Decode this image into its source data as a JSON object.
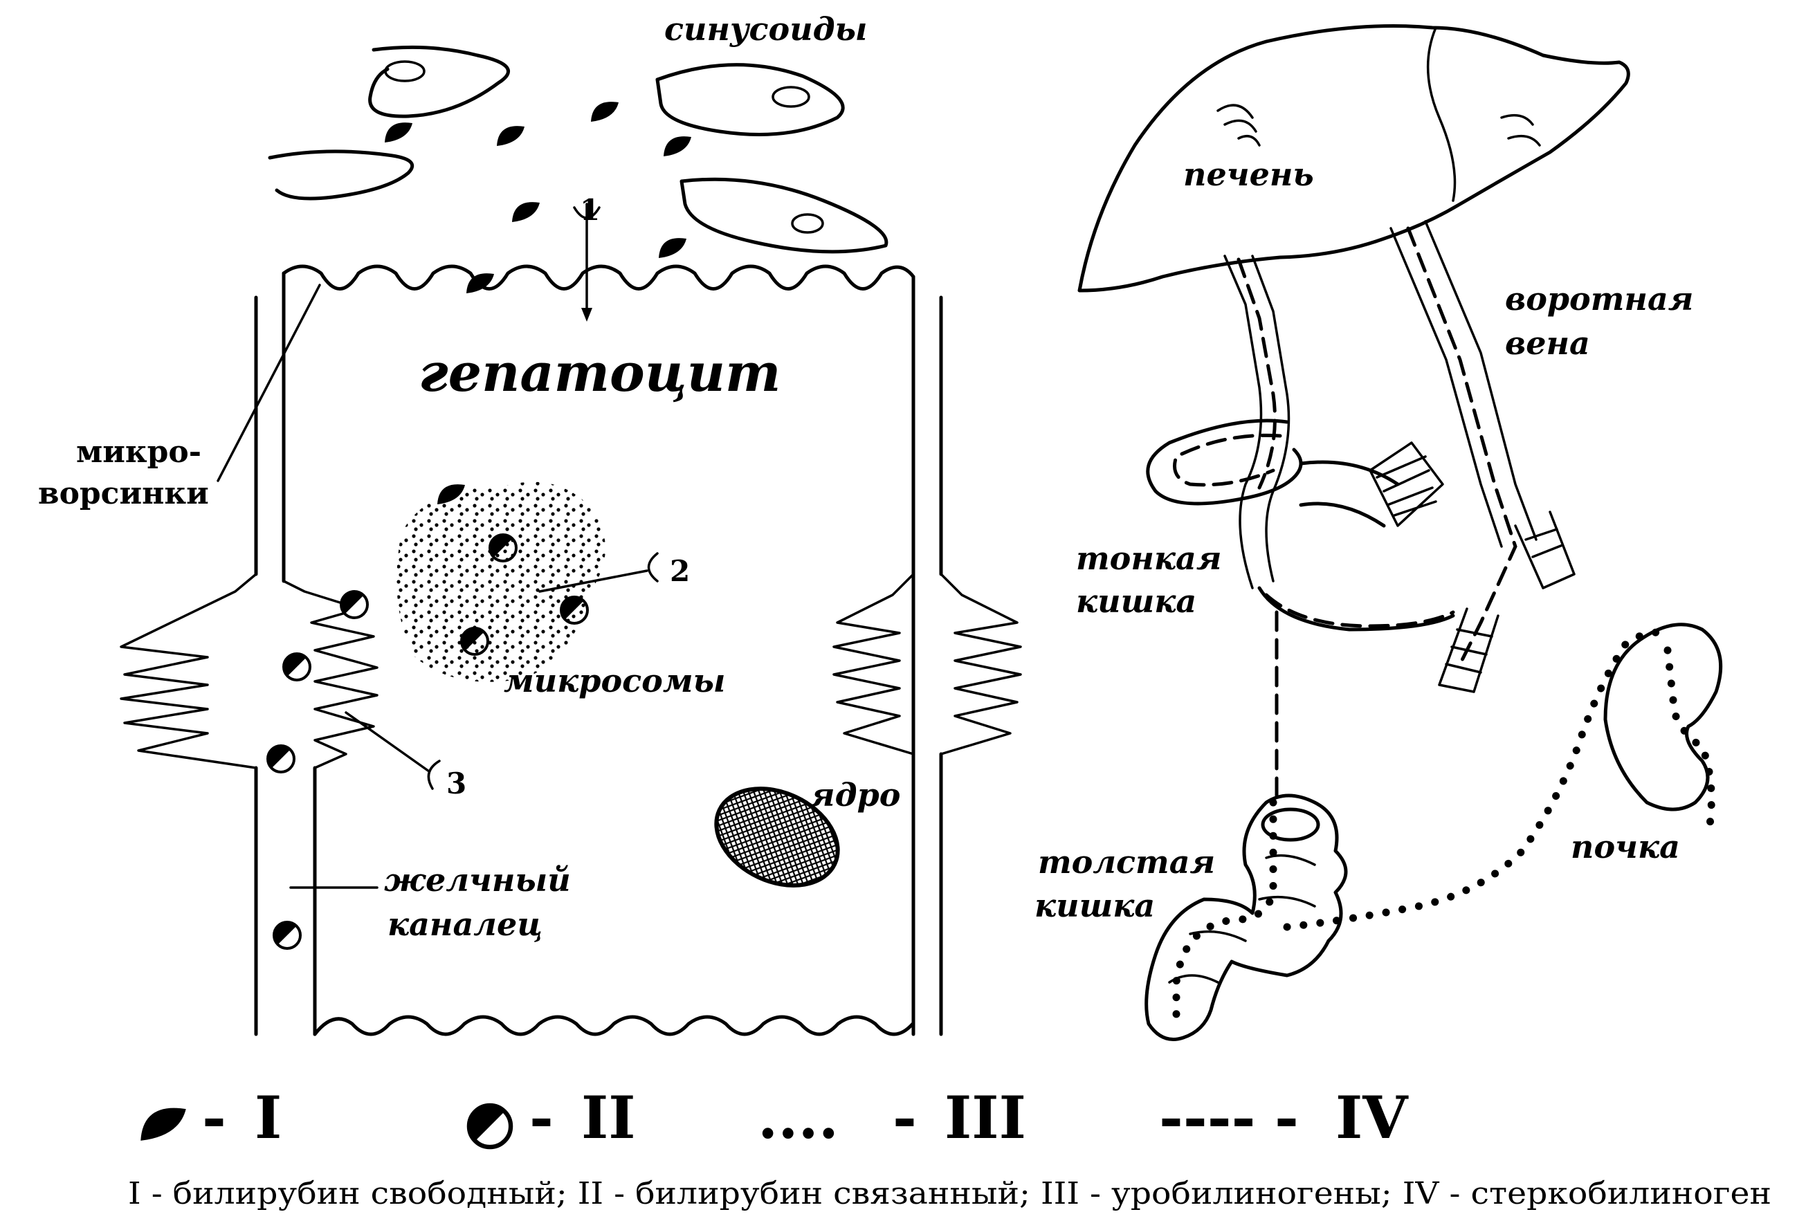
{
  "labels": {
    "sinusoids": "синусоиды",
    "hepatocyte": "гепатоцит",
    "microvilli_line1": "микро-",
    "microvilli_line2": "ворсинки",
    "microsomes": "микросомы",
    "nucleus": "ядро",
    "bile_canal_line1": "желчный",
    "bile_canal_line2": "каналец",
    "liver": "печень",
    "portal_vein_line1": "воротная",
    "portal_vein_line2": "вена",
    "small_intestine_line1": "тонкая",
    "small_intestine_line2": "кишка",
    "large_intestine_line1": "толстая",
    "large_intestine_line2": "кишка",
    "kidney": "почка"
  },
  "markers": {
    "one": "1",
    "two": "2",
    "three": "3"
  },
  "legend": {
    "items": [
      {
        "symbol": "",
        "separator": "- ",
        "roman": "I",
        "icon": "half-filled-circle-icon"
      },
      {
        "symbol": "",
        "separator": "- ",
        "roman": "II",
        "icon": "diagonal-half-circle-icon"
      },
      {
        "symbol": "....",
        "separator": "- ",
        "roman": "III",
        "icon": "dotted-line"
      },
      {
        "symbol": "----",
        "separator": "- ",
        "roman": "IV",
        "icon": "dashed-line"
      }
    ],
    "caption": "I - билирубин свободный; II - билирубин связанный; III - уробилиногены; IV - стеркобилиноген"
  }
}
